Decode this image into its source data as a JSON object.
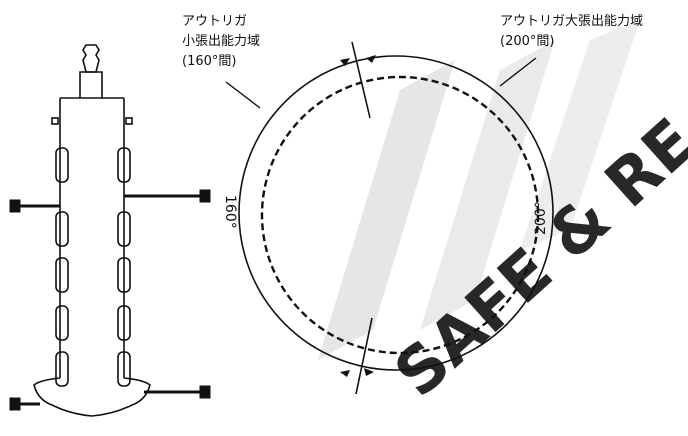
{
  "labels": {
    "small_zone": {
      "line1": "アウトリガ",
      "line2": "小張出能力域",
      "line3": "(160°間)"
    },
    "large_zone": {
      "line1": "アウトリガ大張出能力域",
      "line2": "(200°間)"
    },
    "angle_small": "160°",
    "angle_large": "200°"
  },
  "watermark": "SAFE & RE",
  "colors": {
    "ink": "#111111",
    "watermark": "#dcdcdc"
  }
}
